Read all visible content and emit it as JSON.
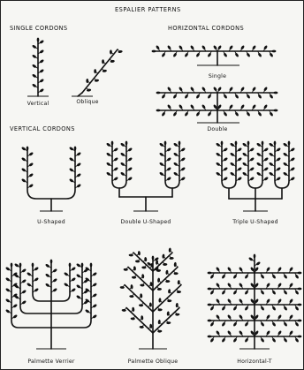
{
  "title": "ESPALIER PATTERNS",
  "sections": {
    "single_cordons": "SINGLE CORDONS",
    "horizontal_cordons": "HORIZONTAL CORDONS",
    "vertical_cordons": "VERTICAL CORDONS"
  },
  "captions": {
    "vertical": "Vertical",
    "oblique": "Oblique",
    "single": "Single",
    "double": "Double",
    "u_shaped": "U-Shaped",
    "double_u_shaped": "Double U-Shaped",
    "triple_u_shaped": "Triple U-Shaped",
    "palmette_verrier": "Palmette Verrier",
    "palmette_oblique": "Palmette Oblique",
    "horizontal_t": "Horizontal-T"
  }
}
